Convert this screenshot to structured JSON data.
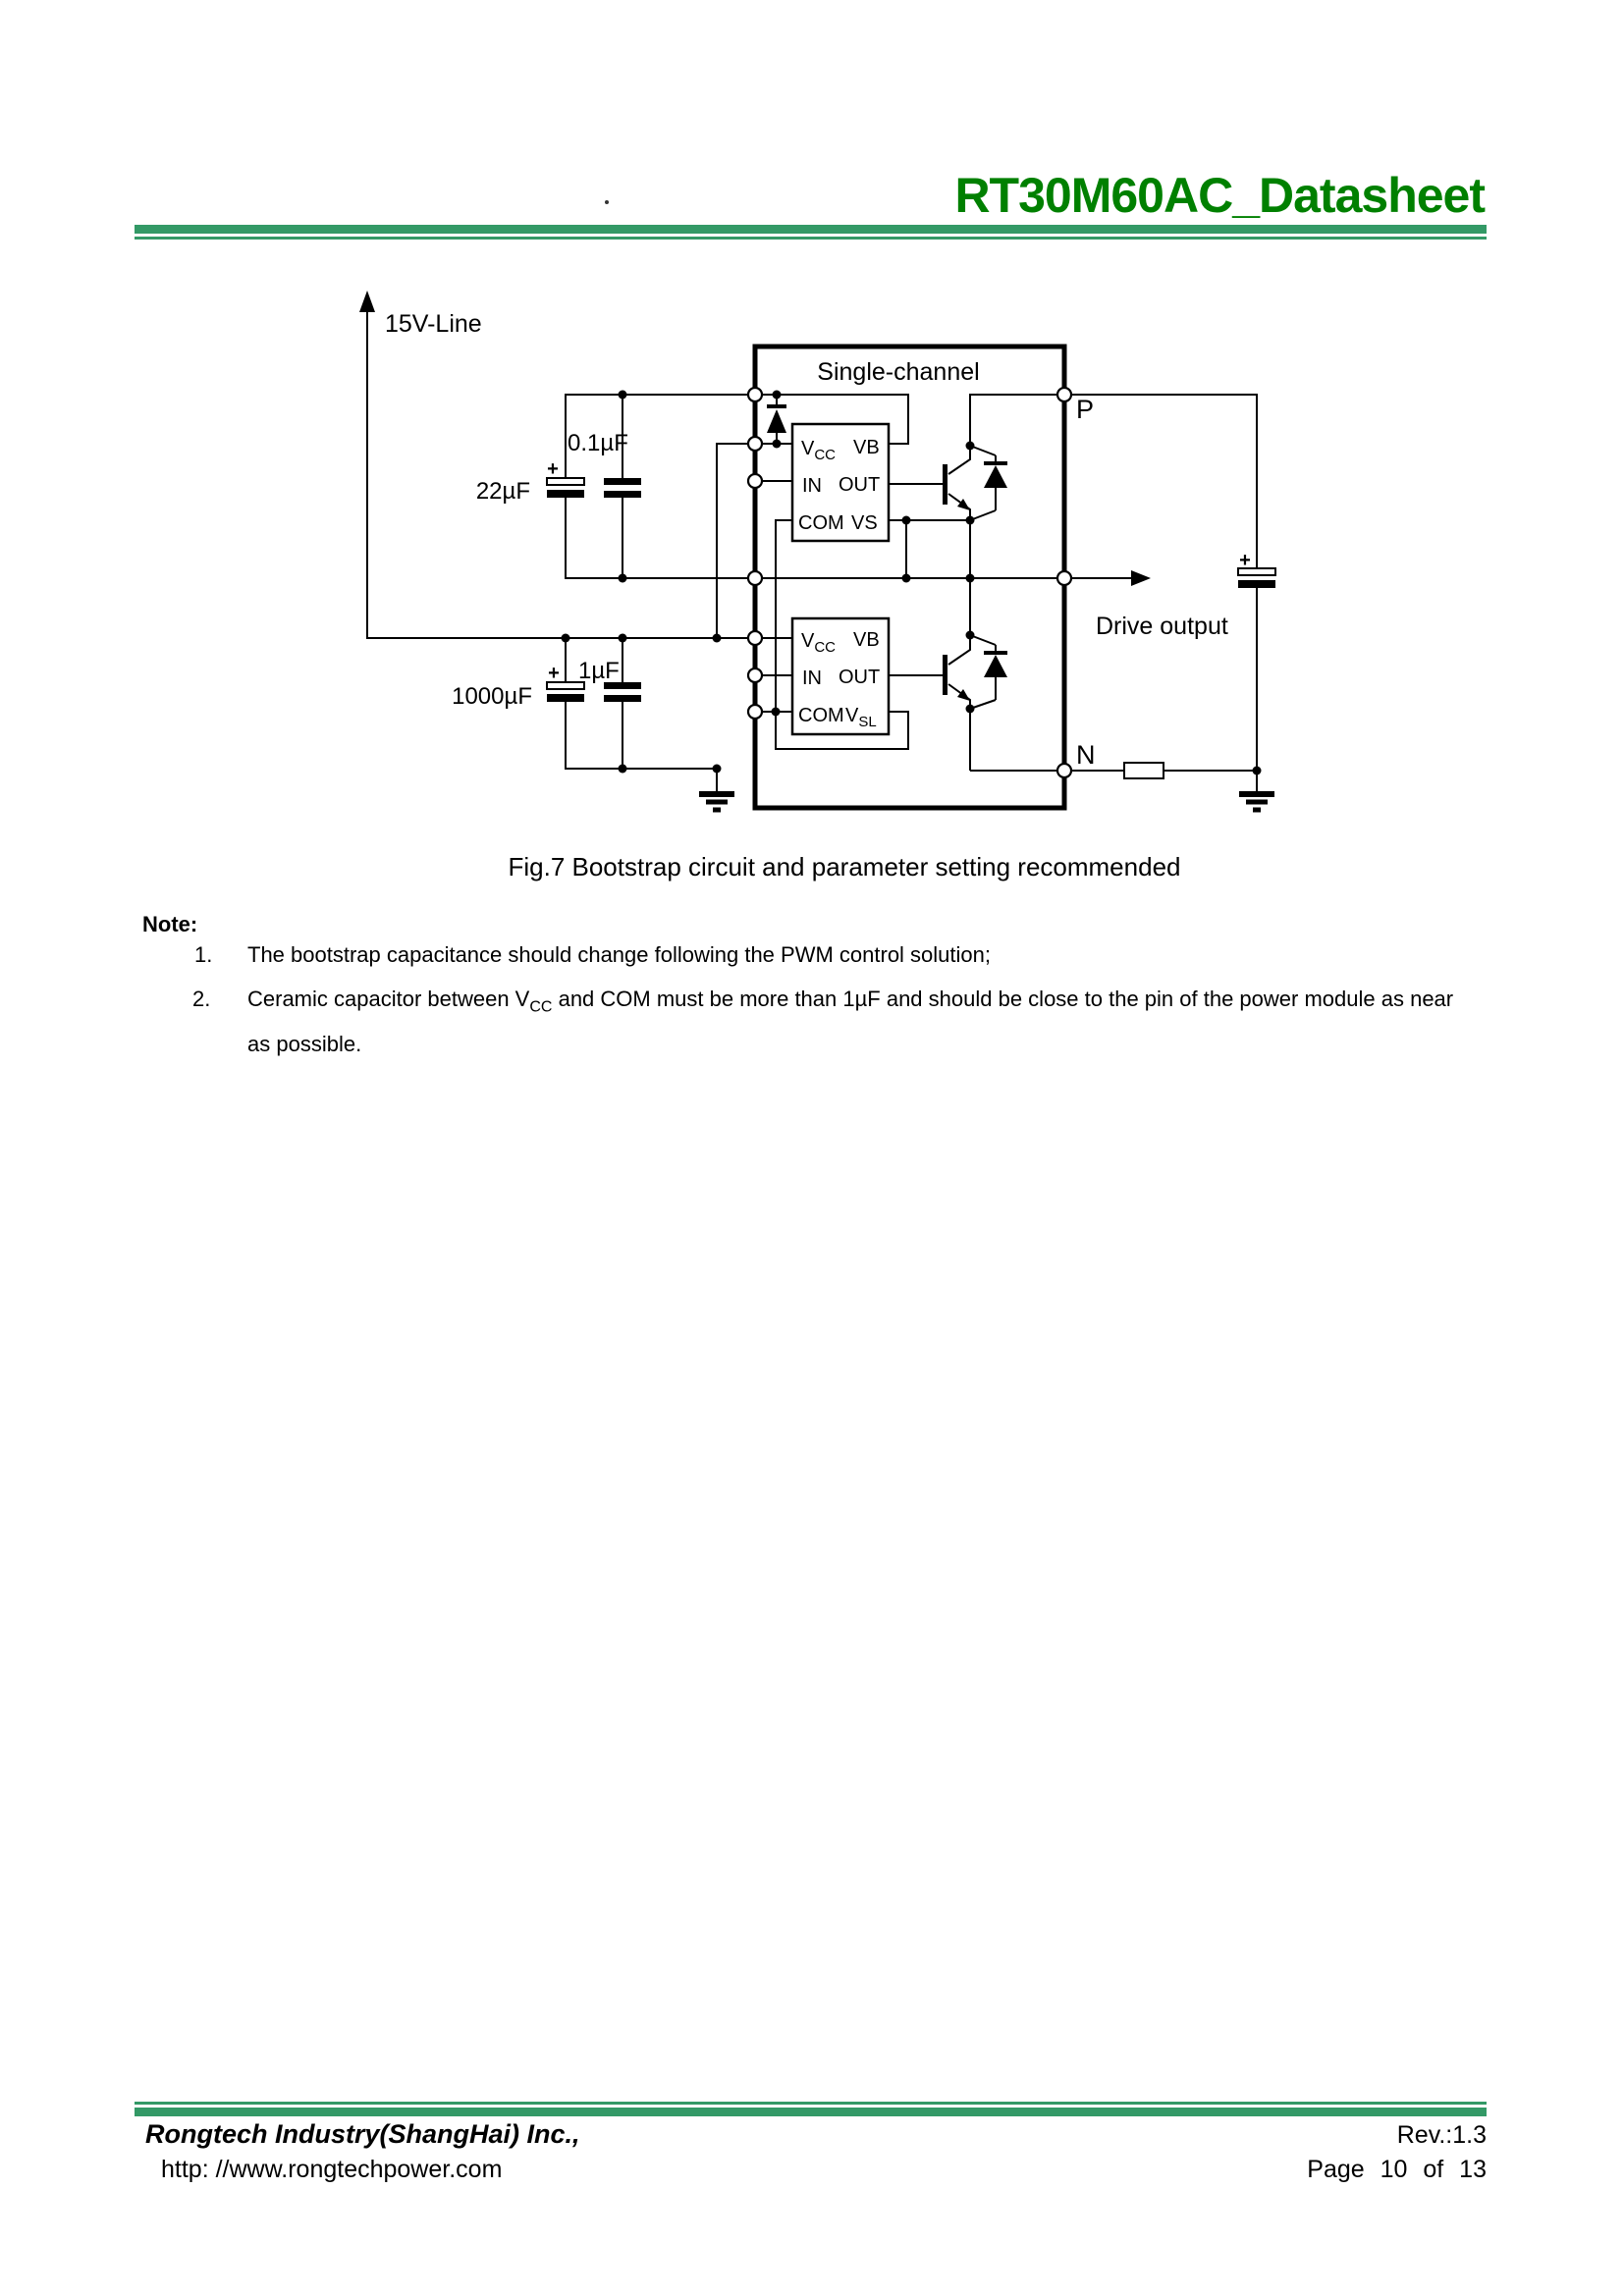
{
  "header": {
    "title": "RT30M60AC_Datasheet"
  },
  "figure": {
    "caption": "Fig.7 Bootstrap circuit and parameter setting recommended",
    "supply_label": "15V-Line",
    "module_label": "Single-channel",
    "cap_22uf": "22µF",
    "cap_01uf": "0.1µF",
    "cap_1000uf": "1000µF",
    "cap_1uf": "1µF",
    "plus": "+",
    "terminal_p": "P",
    "terminal_n": "N",
    "drive_output": "Drive output",
    "ic": {
      "v": "V",
      "cc": "CC",
      "vb": "VB",
      "in": "IN",
      "out": "OUT",
      "com": "COM",
      "vs": "VS",
      "sl": "SL"
    }
  },
  "note": {
    "heading": "Note:",
    "item1_num": "1.",
    "item1_text": "The bootstrap capacitance should change following the PWM control solution;",
    "item2_num": "2.",
    "item2_before_sub": "Ceramic capacitor between V",
    "item2_sub": "CC",
    "item2_after_sub": " and COM must be more than 1µF and should be close to the pin of the power module as near",
    "item2_line2": "as possible."
  },
  "footer": {
    "company": "Rongtech Industry(ShangHai) Inc.,",
    "website": "http: //www.rongtechpower.com",
    "revision": "Rev.:1.3",
    "page_info": "Page 10 of 13"
  },
  "colors": {
    "rule_green": "#339966",
    "title_green": "#008000"
  }
}
